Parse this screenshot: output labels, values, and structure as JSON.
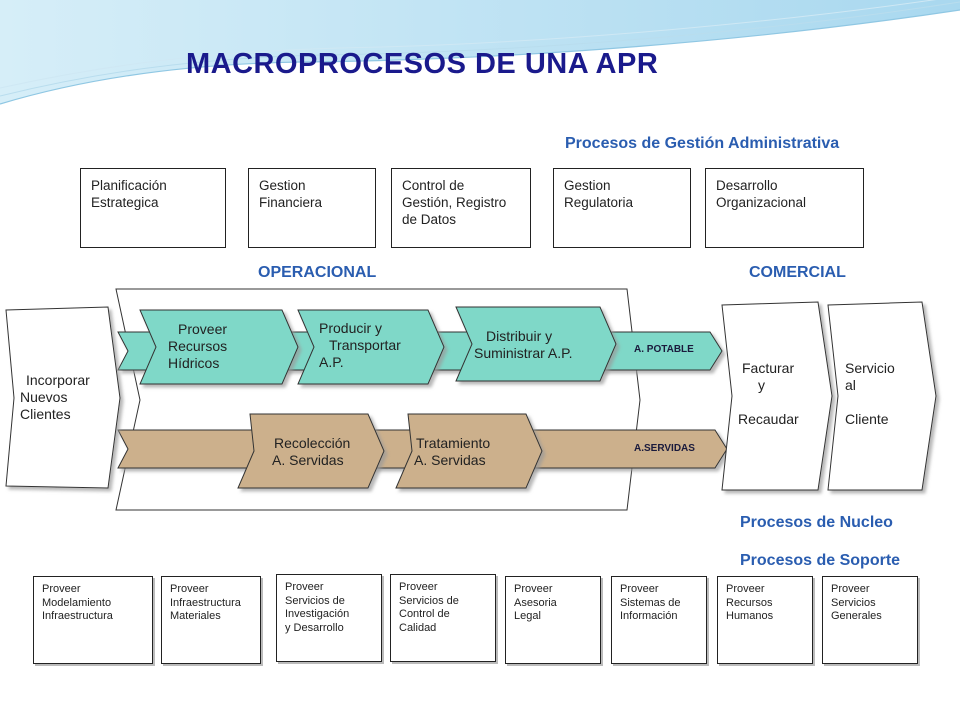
{
  "title": "MACROPROCESOS DE UNA APR",
  "sections": {
    "gestion": "Procesos de Gestión Administrativa",
    "operacional": "OPERACIONAL",
    "comercial": "COMERCIAL",
    "nucleo": "Procesos de  Nucleo",
    "soporte": "Procesos de  Soporte"
  },
  "gestion_boxes": [
    {
      "line1": "Planificación",
      "line2": "Estrategica",
      "line3": ""
    },
    {
      "line1": "Gestion",
      "line2": "Financiera",
      "line3": ""
    },
    {
      "line1": "Control de",
      "line2": "Gestión, Registro",
      "line3": "de Datos"
    },
    {
      "line1": "Gestion",
      "line2": "Regulatoria",
      "line3": ""
    },
    {
      "line1": "Desarrollo",
      "line2": "Organizacional",
      "line3": ""
    }
  ],
  "core": {
    "incorporar": {
      "line1": "Incorporar",
      "line2": "Nuevos",
      "line3": "Clientes"
    },
    "agua_potable_tag": "A. POTABLE",
    "aguas_servidas_tag": "A.SERVIDAS",
    "proveer": {
      "line1": "Proveer",
      "line2": "Recursos",
      "line3": "Hídricos"
    },
    "producir": {
      "line1": "Producir y",
      "line2": "Transportar",
      "line3": "A.P."
    },
    "distribuir": {
      "line1": "Distribuir  y",
      "line2": "Suministrar A.P."
    },
    "recoleccion": {
      "line1": "Recolección",
      "line2": "A. Servidas"
    },
    "tratamiento": {
      "line1": "Tratamiento",
      "line2": "A. Servidas"
    },
    "facturar": {
      "line1": "Facturar",
      "line2": "y",
      "line3": "Recaudar"
    },
    "servicio": {
      "line1": "Servicio",
      "line2": "al",
      "line3": "Cliente"
    }
  },
  "soporte_boxes": [
    {
      "lines": [
        "Proveer",
        "Modelamiento",
        "Infraestructura"
      ]
    },
    {
      "lines": [
        "Proveer",
        "Infraestructura",
        "Materiales"
      ]
    },
    {
      "lines": [
        "Proveer",
        "Servicios de",
        "Investigación",
        "y Desarrollo"
      ]
    },
    {
      "lines": [
        "Proveer",
        "Servicios de",
        "Control de",
        "Calidad"
      ]
    },
    {
      "lines": [
        "Proveer",
        "Asesoria",
        "Legal"
      ]
    },
    {
      "lines": [
        "Proveer",
        "Sistemas de",
        "Información"
      ]
    },
    {
      "lines": [
        "Proveer",
        "Recursos",
        "Humanos"
      ]
    },
    {
      "lines": [
        "Proveer",
        "Servicios",
        "Generales"
      ]
    }
  ],
  "colors": {
    "title": "#1a1a8c",
    "section": "#2a5db0",
    "teal": "#7fd8c8",
    "tan": "#ccb08c",
    "header_wave": "#bfe3f3"
  }
}
